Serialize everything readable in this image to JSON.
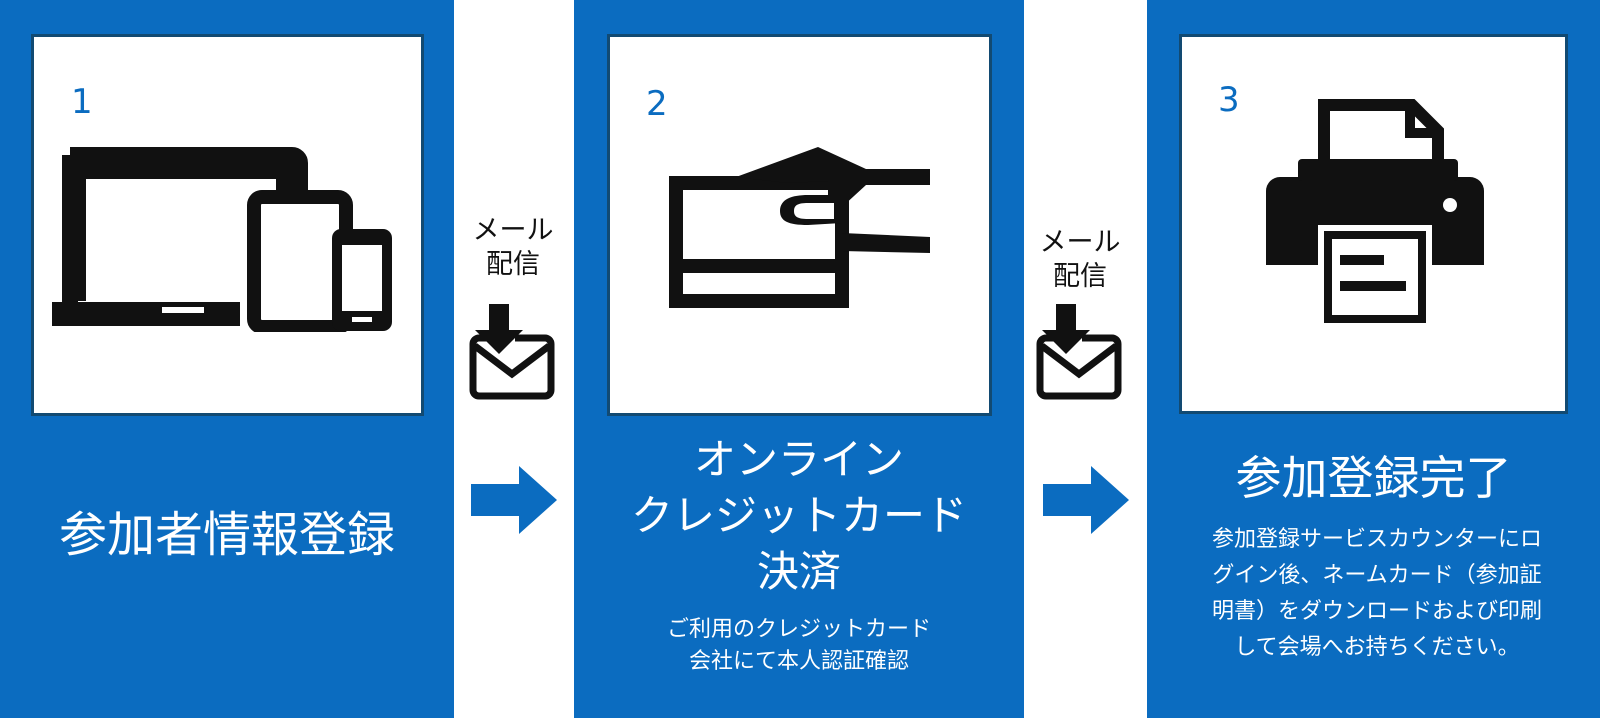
{
  "steps": [
    {
      "number": "1",
      "title": "参加者情報登録",
      "icon": "devices-icon"
    },
    {
      "number": "2",
      "title_lines": [
        "オンライン",
        "クレジットカード",
        "決済"
      ],
      "sub_lines": [
        "ご利用のクレジットカード",
        "会社にて本人認証確認"
      ],
      "icon": "credit-card-hand-icon"
    },
    {
      "number": "3",
      "title": "参加登録完了",
      "sub_lines": [
        "参加登録サービスカウンターにロ",
        "グイン後、ネームカード（参加証",
        "明書）をダウンロードおよび印刷",
        "して会場へお持ちください。"
      ],
      "icon": "printer-icon"
    }
  ],
  "connectors": [
    {
      "label_lines": [
        "メール",
        "配信"
      ],
      "icon": "mail-download-icon",
      "arrow": "right-arrow-icon"
    },
    {
      "label_lines": [
        "メール",
        "配信"
      ],
      "icon": "mail-download-icon",
      "arrow": "right-arrow-icon"
    }
  ],
  "colors": {
    "panel": "#0b6cc0",
    "box_border": "#124a72",
    "icon": "#111111",
    "number": "#0b6cc0"
  }
}
